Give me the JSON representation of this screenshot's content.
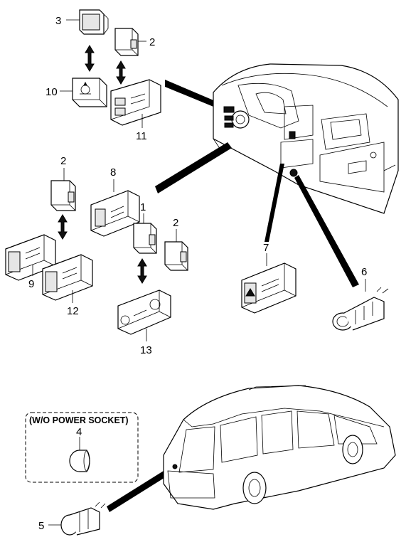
{
  "diagram": {
    "callouts": {
      "n1": "1",
      "n2a": "2",
      "n2b": "2",
      "n2c": "2",
      "n3": "3",
      "n4": "4",
      "n5": "5",
      "n6": "6",
      "n7": "7",
      "n8": "8",
      "n9": "9",
      "n10": "10",
      "n11": "11",
      "n12": "12",
      "n13": "13"
    },
    "option_box": {
      "label": "(W/O POWER SOCKET)"
    }
  }
}
